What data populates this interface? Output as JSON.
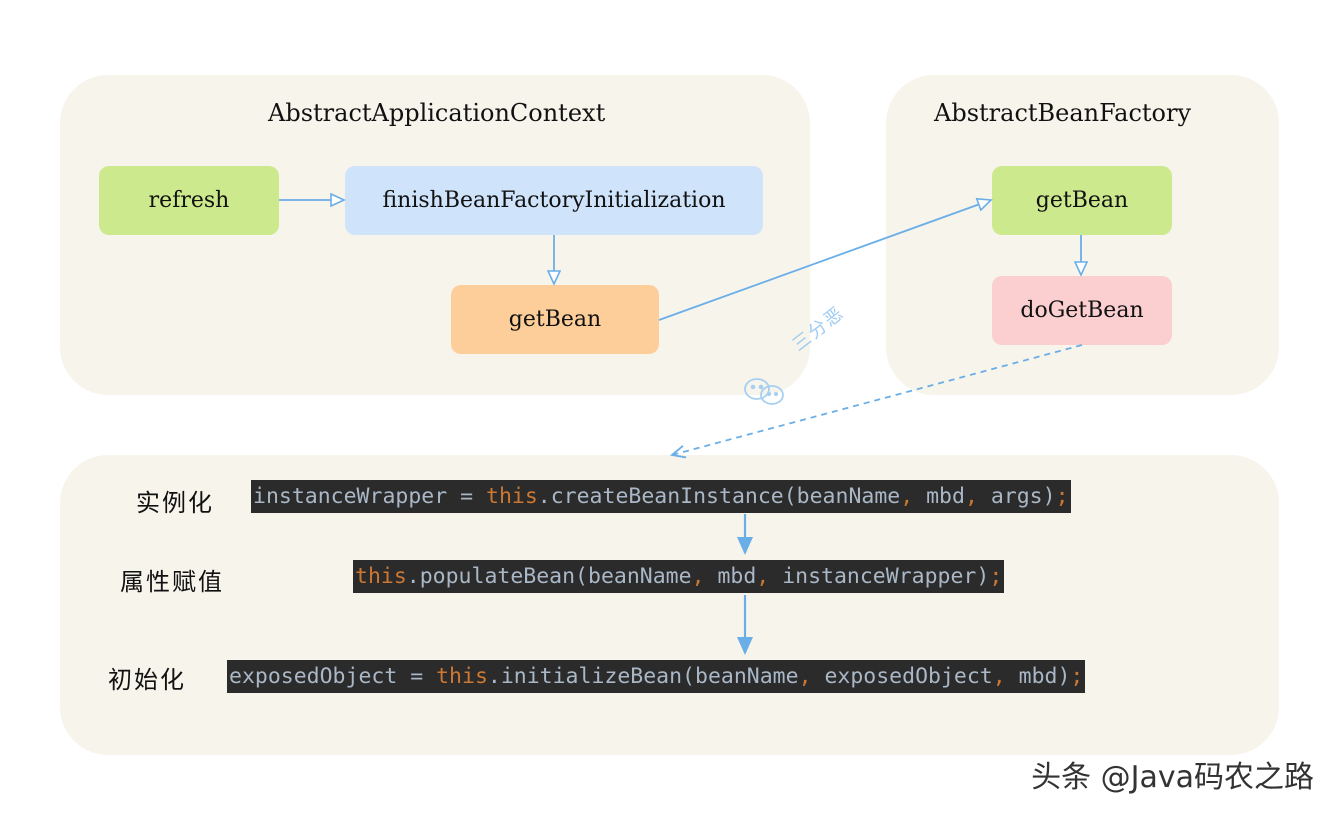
{
  "panels": {
    "context_title": "AbstractApplicationContext",
    "factory_title": "AbstractBeanFactory"
  },
  "nodes": {
    "refresh": "refresh",
    "finish_init": "finishBeanFactoryInitialization",
    "get_bean_context": "getBean",
    "get_bean_factory": "getBean",
    "do_get_bean": "doGetBean"
  },
  "steps": [
    {
      "label": "实例化",
      "code": {
        "before": "instanceWrapper = ",
        "kw": "this",
        "call": ".createBeanInstance(beanName",
        "c1": ",",
        "a1": " mbd",
        "c2": ",",
        "a2": " args)",
        "end": ";"
      }
    },
    {
      "label": "属性赋值",
      "code": {
        "kw": "this",
        "call": ".populateBean(beanName",
        "c1": ",",
        "a1": " mbd",
        "c2": ",",
        "a2": " instanceWrapper)",
        "end": ";"
      }
    },
    {
      "label": "初始化",
      "code": {
        "before": "exposedObject = ",
        "kw": "this",
        "call": ".initializeBean(beanName",
        "c1": ",",
        "a1": " exposedObject",
        "c2": ",",
        "a2": " mbd)",
        "end": ";"
      }
    }
  ],
  "watermark": {
    "text": "三分恶",
    "icon": "wechat-icon"
  },
  "footer": "头条 @Java码农之路",
  "colors": {
    "panel_bg": "#f7f4ec",
    "green_node": "#cde98d",
    "blue_node": "#cfe3fb",
    "orange_node": "#fdce99",
    "pink_node": "#fbcfd0",
    "arrow": "#6aaee8",
    "code_bg": "#2b2b2b",
    "code_text": "#a9b7c6",
    "code_keyword": "#cc7832"
  }
}
